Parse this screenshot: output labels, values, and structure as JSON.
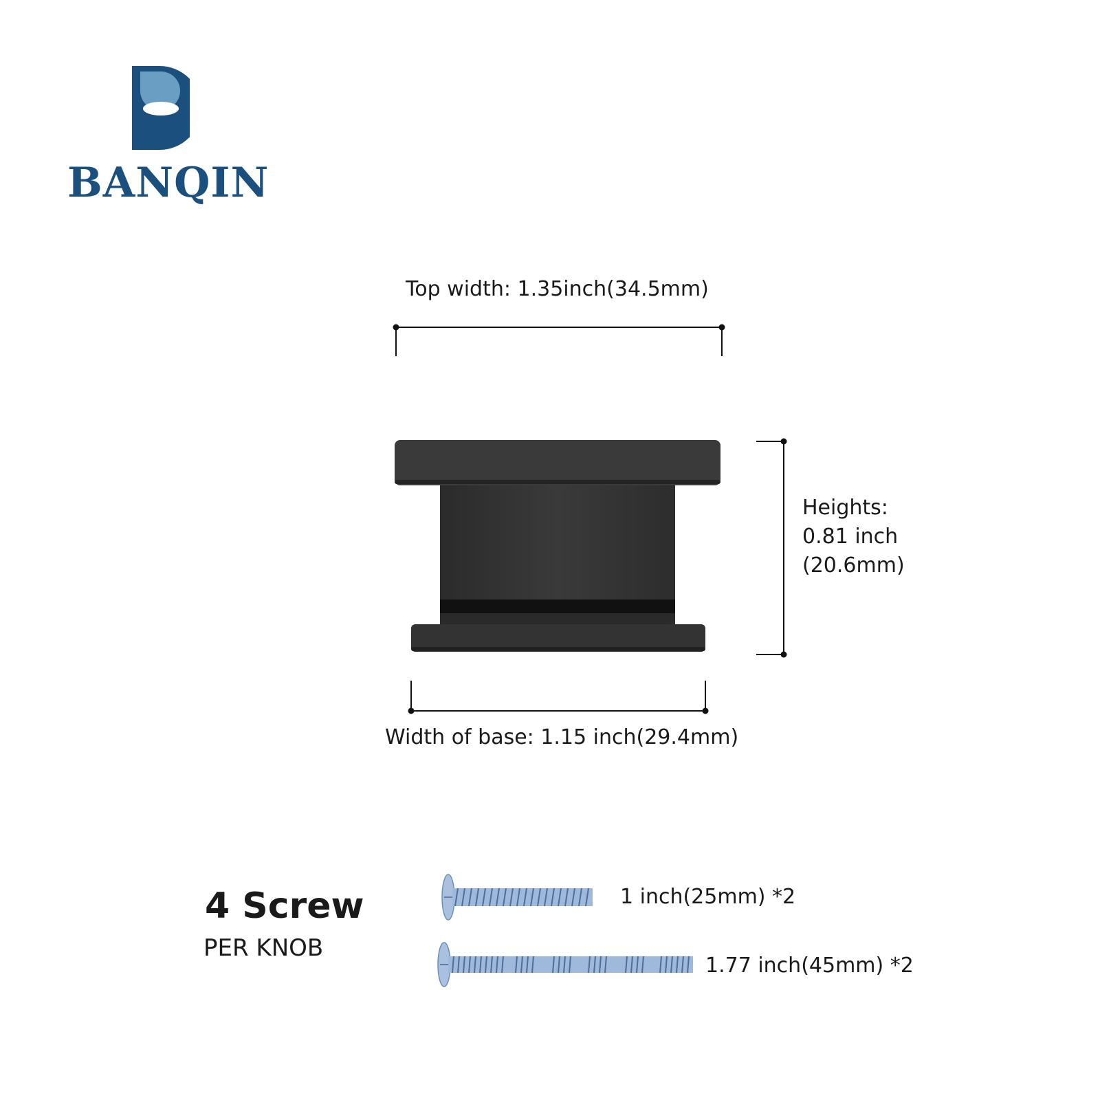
{
  "brand": {
    "name": "BANQIN",
    "colors": {
      "dark": "#1b4f7e",
      "light": "#6a9ec2"
    }
  },
  "dimensions": {
    "top_width": "Top width: 1.35inch(34.5mm)",
    "heights": "Heights:\n0.81 inch\n(20.6mm)",
    "base_width": "Width of base: 1.15 inch(29.4mm)"
  },
  "product": {
    "color": "#3a3a3a",
    "icon": "square-knob"
  },
  "screws": {
    "count_label": "4 Screw",
    "per_label": "PER KNOB",
    "items": [
      {
        "label": "1 inch(25mm) *2",
        "icon": "short-screw"
      },
      {
        "label": "1.77 inch(45mm) *2",
        "icon": "long-screw"
      }
    ],
    "color": "#8fb0d6"
  }
}
